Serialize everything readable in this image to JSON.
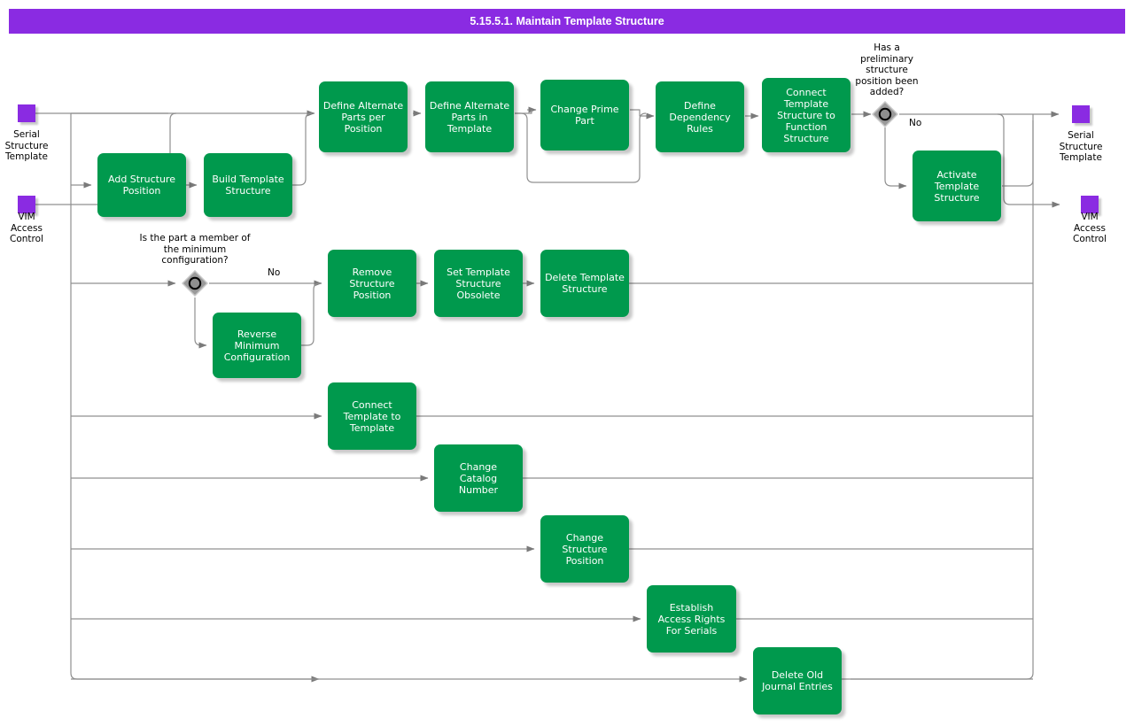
{
  "header": {
    "title": "5.15.5.1. Maintain Template Structure",
    "background_color": "#8A2BE2",
    "text_color": "#FFFFFF"
  },
  "theme": {
    "process_fill": "#00994D",
    "process_text": "#FFFFFF",
    "terminator_fill": "#8A2BE2",
    "gateway_fill": "#808080",
    "connector_stroke": "#808080",
    "page_background": "#FFFFFF"
  },
  "terminators": {
    "left": [
      {
        "name": "serial-structure-template-start",
        "label": "Serial\nStructure\nTemplate"
      },
      {
        "name": "vim-access-control-start",
        "label": "VIM\nAccess\nControl"
      }
    ],
    "right": [
      {
        "name": "serial-structure-template-end",
        "label": "Serial\nStructure\nTemplate"
      },
      {
        "name": "vim-access-control-end",
        "label": "VIM\nAccess\nControl"
      }
    ]
  },
  "gateways": [
    {
      "name": "minimum-configuration-gateway",
      "question": "Is the part a member of\nthe minimum\nconfiguration?",
      "branch_label": "No"
    },
    {
      "name": "preliminary-structure-position-gateway",
      "question": "Has a\npreliminary\nstructure\nposition been\nadded?",
      "branch_label": "No"
    }
  ],
  "processes": [
    {
      "id": "add-structure-position",
      "label": "Add Structure\nPosition"
    },
    {
      "id": "build-template-structure",
      "label": "Build Template\nStructure"
    },
    {
      "id": "define-alternate-parts-per-position",
      "label": "Define Alternate\nParts per\nPosition"
    },
    {
      "id": "define-alternate-parts-in-template",
      "label": "Define Alternate\nParts in\nTemplate"
    },
    {
      "id": "change-prime-part",
      "label": "Change Prime\nPart"
    },
    {
      "id": "define-dependency-rules",
      "label": "Define\nDependency\nRules"
    },
    {
      "id": "connect-template-structure-to-function-structure",
      "label": "Connect\nTemplate\nStructure to\nFunction\nStructure"
    },
    {
      "id": "activate-template-structure",
      "label": "Activate\nTemplate\nStructure"
    },
    {
      "id": "reverse-minimum-configuration",
      "label": "Reverse\nMinimum\nConfiguration"
    },
    {
      "id": "remove-structure-position",
      "label": "Remove\nStructure\nPosition"
    },
    {
      "id": "set-template-structure-obsolete",
      "label": "Set Template\nStructure\nObsolete"
    },
    {
      "id": "delete-template-structure",
      "label": "Delete Template\nStructure"
    },
    {
      "id": "connect-template-to-template",
      "label": "Connect\nTemplate to\nTemplate"
    },
    {
      "id": "change-catalog-number",
      "label": "Change\nCatalog\nNumber"
    },
    {
      "id": "change-structure-position",
      "label": "Change\nStructure\nPosition"
    },
    {
      "id": "establish-access-rights-for-serials",
      "label": "Establish\nAccess Rights\nFor Serials"
    },
    {
      "id": "delete-old-journal-entries",
      "label": "Delete Old\nJournal Entries"
    }
  ]
}
